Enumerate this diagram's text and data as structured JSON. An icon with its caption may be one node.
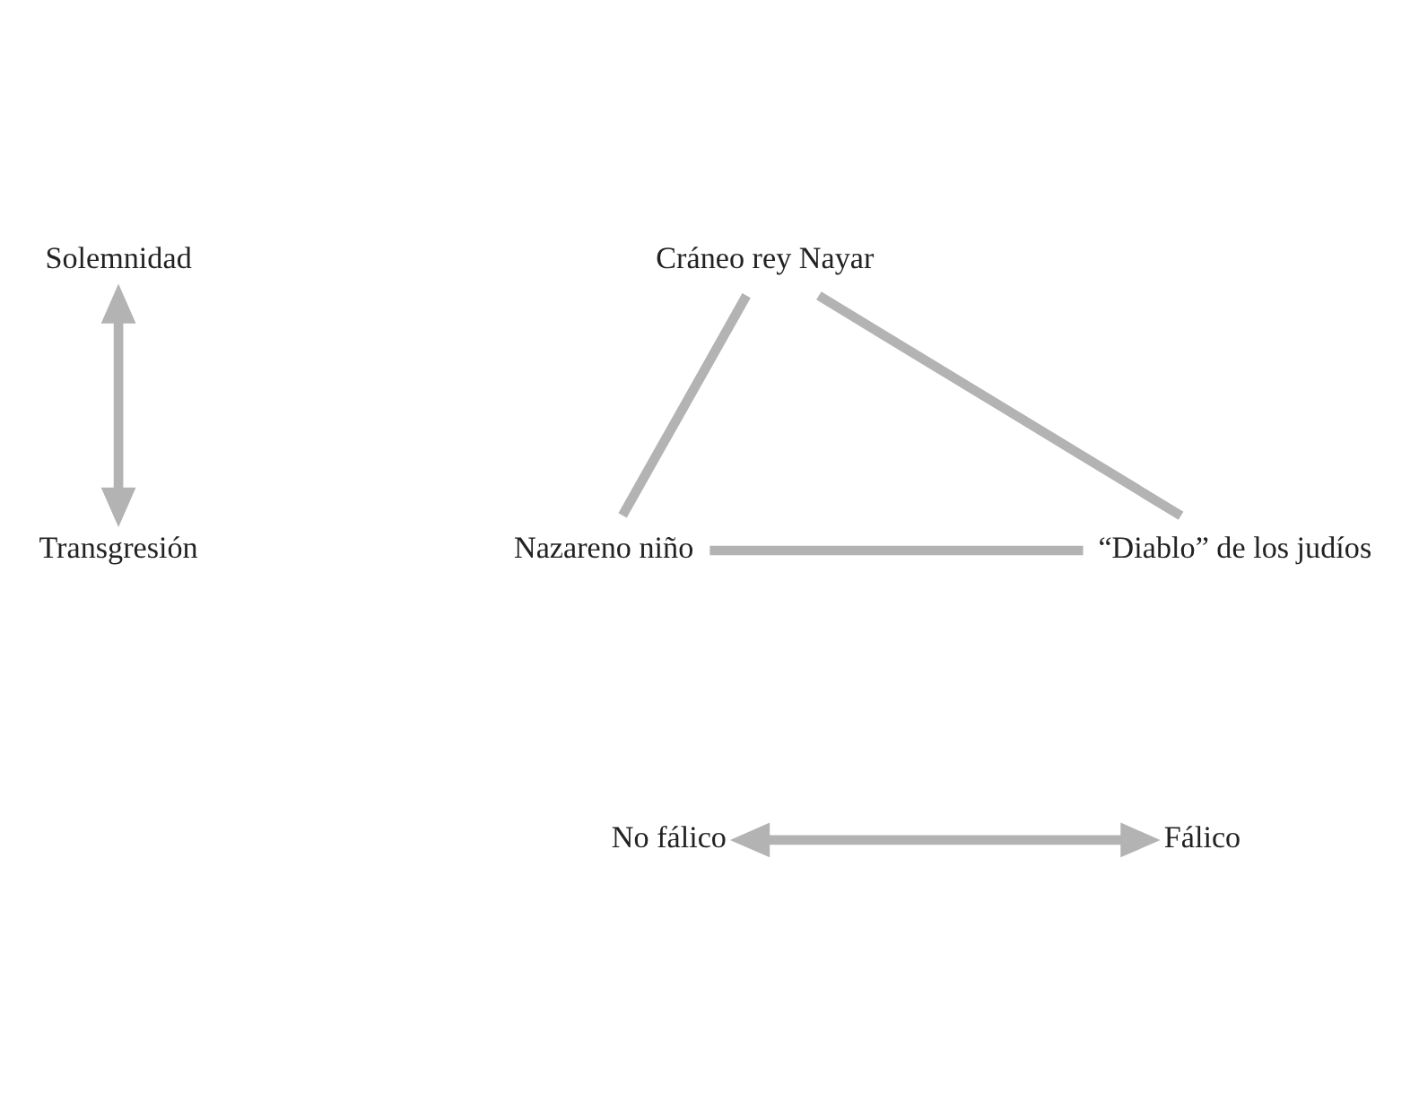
{
  "diagram": {
    "nodes": [
      {
        "text": [
          "Solemnidad"
        ]
      },
      {
        "text": [
          "Cráneo rey Nayar"
        ]
      },
      {
        "text": [
          "Transgresión"
        ]
      },
      {
        "text": [
          "Nazareno niño"
        ]
      },
      {
        "text": [
          "“Diablo” de los judíos"
        ]
      },
      {
        "text": [
          "No fálico"
        ]
      },
      {
        "text": [
          "Fálico"
        ]
      }
    ],
    "edges": [
      {
        "from": 0,
        "to": 2,
        "arrow": "both"
      },
      {
        "from": 1,
        "to": 3,
        "arrow": "none"
      },
      {
        "from": 3,
        "to": 4,
        "arrow": "none"
      },
      {
        "from": 4,
        "to": 1,
        "arrow": "none"
      },
      {
        "from": 5,
        "to": 6,
        "arrow": "both"
      }
    ]
  }
}
